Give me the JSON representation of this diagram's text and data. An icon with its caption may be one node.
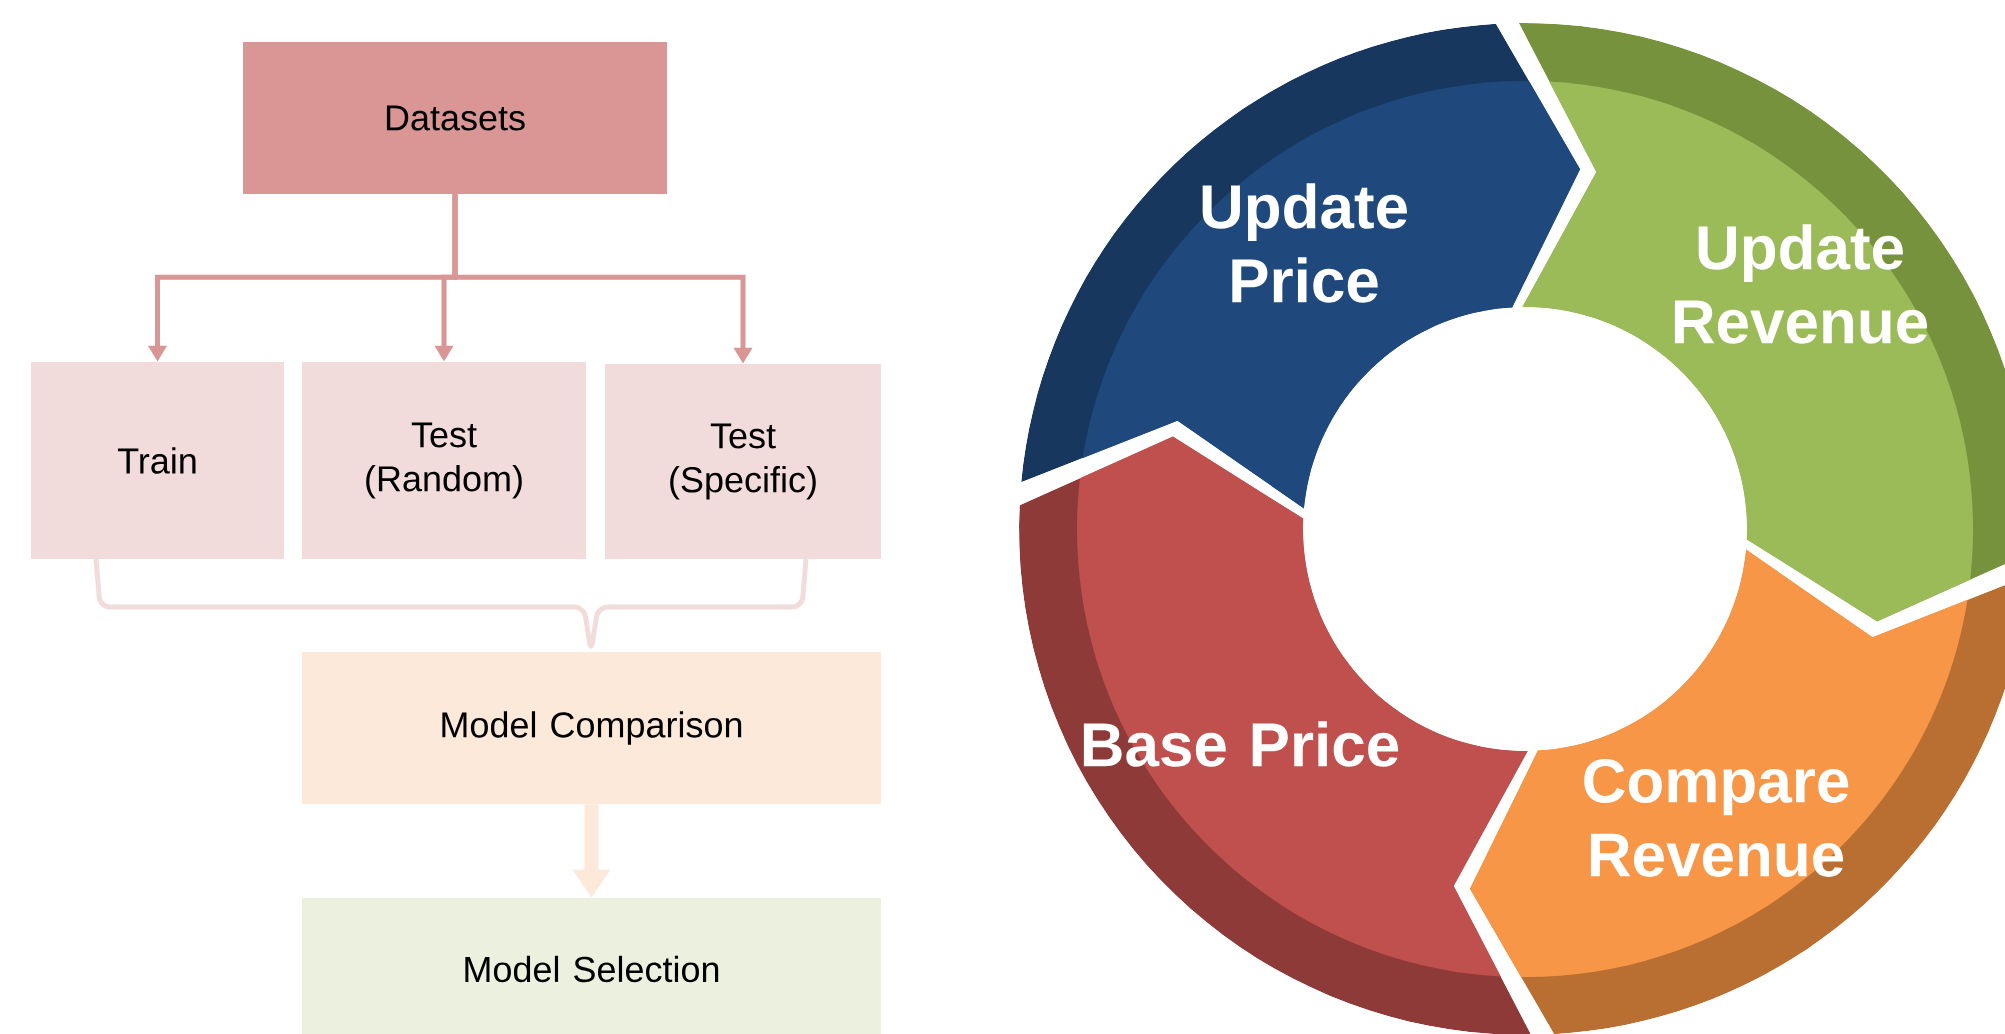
{
  "diagram": {
    "nodes": [
      {
        "text": [
          "Datasets"
        ]
      },
      {
        "text": [
          "Train"
        ]
      },
      {
        "text": [
          "Test (Random)"
        ]
      },
      {
        "text": [
          "Test (Specific)"
        ]
      },
      {
        "text": [
          "Model Comparison"
        ]
      },
      {
        "text": [
          "Model Selection"
        ]
      },
      {
        "text": [
          "Update Price"
        ]
      },
      {
        "text": [
          "Update Revenue"
        ]
      },
      {
        "text": [
          "Base Price"
        ]
      },
      {
        "text": [
          "Compare Revenue"
        ]
      }
    ],
    "edges": [
      {
        "from": 0,
        "to": 1,
        "arrow": "to"
      },
      {
        "from": 0,
        "to": 2,
        "arrow": "to"
      },
      {
        "from": 0,
        "to": 3,
        "arrow": "to"
      },
      {
        "from": 4,
        "to": 5,
        "arrow": "to",
        "style": "thick",
        "color": "#fde9d9"
      }
    ]
  }
}
